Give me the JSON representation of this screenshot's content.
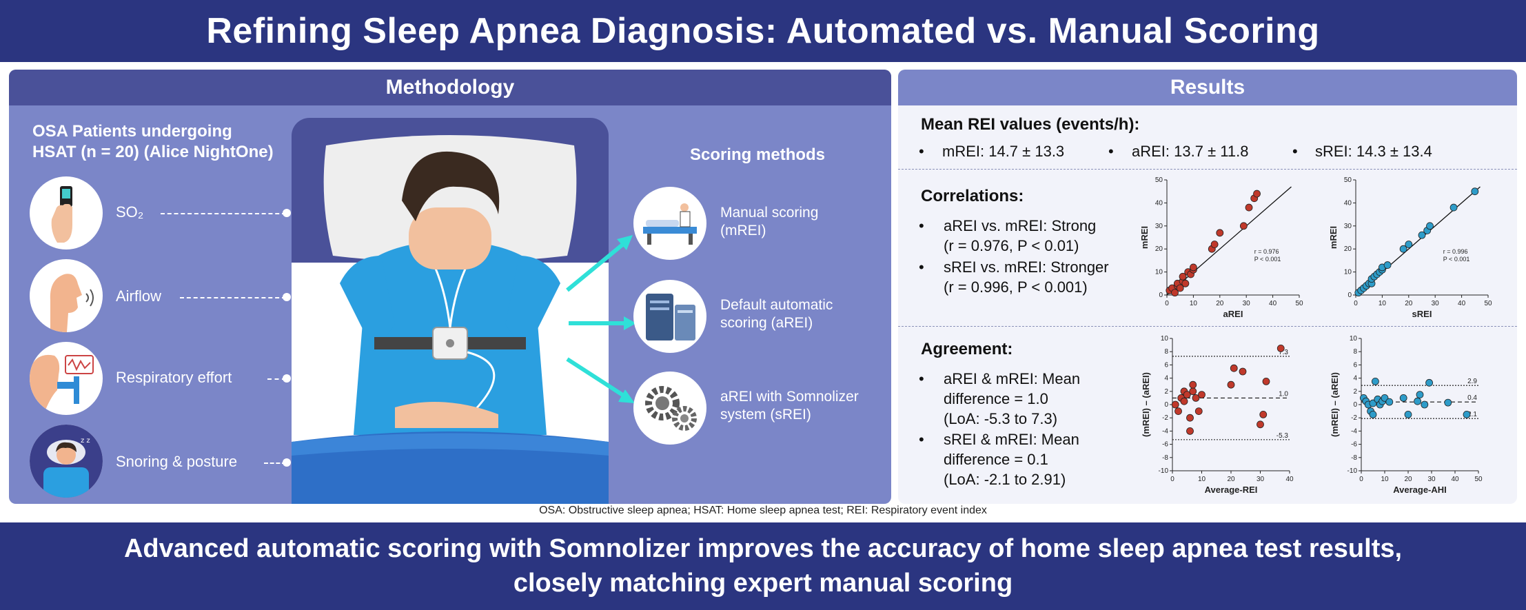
{
  "title": "Refining Sleep Apnea Diagnosis: Automated vs. Manual Scoring",
  "methodology": {
    "heading": "Methodology",
    "patients_line1": "OSA Patients undergoing",
    "patients_line2": "HSAT (n = 20) (Alice NightOne)",
    "signals": [
      {
        "label": "SO₂",
        "icon": "pulse-oximeter-icon"
      },
      {
        "label": "Airflow",
        "icon": "nasal-cannula-icon"
      },
      {
        "label": "Respiratory effort",
        "icon": "respiratory-effort-icon"
      },
      {
        "label": "Snoring & posture",
        "icon": "sleeping-person-icon"
      }
    ],
    "scoring_heading": "Scoring methods",
    "scoring": [
      {
        "line1": "Manual scoring",
        "line2": "(mREI)",
        "icon": "manual-scoring-icon"
      },
      {
        "line1": "Default automatic",
        "line2": "scoring (aREI)",
        "icon": "server-icon"
      },
      {
        "line1": "aREI with Somnolizer",
        "line2": "system (sREI)",
        "icon": "gears-icon"
      }
    ],
    "colors": {
      "panel": "#7b86c8",
      "header": "#4a5199",
      "arrow": "#2fe0d8"
    }
  },
  "results": {
    "heading": "Results",
    "mean_heading": "Mean REI values (events/h):",
    "means": [
      "mREI: 14.7 ± 13.3",
      "aREI: 13.7 ± 11.8",
      "sREI: 14.3 ± 13.4"
    ],
    "corr_heading": "Correlations:",
    "corr_items": [
      {
        "line1": "aREI vs. mREI: Strong",
        "line2": "(r = 0.976, P < 0.01)"
      },
      {
        "line1": "sREI vs. mREI: Stronger",
        "line2": "(r = 0.996, P < 0.001)"
      }
    ],
    "agree_heading": "Agreement:",
    "agree_items": [
      {
        "line1": "aREI & mREI: Mean",
        "line2": "difference = 1.0",
        "line3": "(LoA: -5.3 to 7.3)"
      },
      {
        "line1": "sREI & mREI: Mean",
        "line2": "difference = 0.1",
        "line3": "(LoA: -2.1 to 2.91)"
      }
    ]
  },
  "note": "OSA: Obstructive sleep apnea; HSAT: Home sleep apnea test; REI: Respiratory event index",
  "conclusion_line1": "Advanced automatic scoring with Somnolizer improves the accuracy of home sleep apnea test results,",
  "conclusion_line2": "closely matching expert manual scoring",
  "chart_data": [
    {
      "type": "scatter",
      "xlabel": "aREI",
      "ylabel": "mREI",
      "xlim": [
        0,
        50
      ],
      "ylim": [
        0,
        50
      ],
      "xticks": [
        "0",
        "10",
        "20",
        "30",
        "40",
        "50"
      ],
      "yticks": [
        "0",
        "10",
        "20",
        "30",
        "40",
        "50"
      ],
      "annotation_r": "r = 0.976",
      "annotation_p": "P < 0.001",
      "color": "#c0392b",
      "x": [
        1,
        2,
        3,
        4,
        4,
        5,
        6,
        6,
        7,
        8,
        9,
        10,
        10,
        17,
        18,
        20,
        29,
        31,
        33,
        34
      ],
      "y": [
        2,
        3,
        1,
        4,
        5,
        3,
        6,
        8,
        5,
        10,
        9,
        11,
        12,
        20,
        22,
        27,
        30,
        38,
        42,
        44
      ]
    },
    {
      "type": "scatter",
      "xlabel": "sREI",
      "ylabel": "mREI",
      "xlim": [
        0,
        50
      ],
      "ylim": [
        0,
        50
      ],
      "xticks": [
        "0",
        "10",
        "20",
        "30",
        "40",
        "50"
      ],
      "yticks": [
        "0",
        "10",
        "20",
        "30",
        "40",
        "50"
      ],
      "annotation_r": "r = 0.996",
      "annotation_p": "P < 0.001",
      "color": "#2e9cc9",
      "x": [
        1,
        2,
        3,
        4,
        5,
        6,
        6,
        7,
        8,
        9,
        10,
        10,
        18,
        20,
        25,
        27,
        28,
        37,
        45,
        12
      ],
      "y": [
        1,
        2,
        3,
        4,
        5,
        5,
        7,
        8,
        9,
        10,
        11,
        12,
        20,
        22,
        26,
        28,
        30,
        38,
        45,
        13
      ]
    },
    {
      "type": "scatter",
      "xlabel": "Average-REI",
      "ylabel": "(mREI) – (aREI)",
      "xlim": [
        0,
        40
      ],
      "ylim": [
        -10,
        10
      ],
      "xticks": [
        "0",
        "10",
        "20",
        "30",
        "40"
      ],
      "yticks": [
        "10",
        "8",
        "6",
        "4",
        "2",
        "0",
        "-2",
        "-4",
        "-6",
        "-8",
        "-10"
      ],
      "lines": [
        {
          "y": 7.3,
          "label": "7.3",
          "style": "dotted"
        },
        {
          "y": 1.0,
          "label": "1.0",
          "style": "dashed"
        },
        {
          "y": -5.3,
          "label": "-5.3",
          "style": "dotted"
        }
      ],
      "color": "#c0392b",
      "x": [
        1,
        2,
        3,
        4,
        4,
        5,
        6,
        6,
        7,
        7,
        8,
        9,
        10,
        20,
        21,
        24,
        30,
        31,
        32,
        37
      ],
      "y": [
        0,
        -1,
        1,
        2,
        0.5,
        1.5,
        -2,
        -4,
        2,
        3,
        1,
        -1,
        1.5,
        3,
        5.5,
        5,
        -3,
        -1.5,
        3.5,
        8.5
      ]
    },
    {
      "type": "scatter",
      "xlabel": "Average-AHI",
      "ylabel": "(mREI) – (aREI)",
      "xlim": [
        0,
        50
      ],
      "ylim": [
        -10,
        10
      ],
      "xticks": [
        "0",
        "10",
        "20",
        "30",
        "40",
        "50"
      ],
      "yticks": [
        "10",
        "8",
        "6",
        "4",
        "2",
        "0",
        "-2",
        "-4",
        "-6",
        "-8",
        "-10"
      ],
      "lines": [
        {
          "y": 2.9,
          "label": "2.9",
          "style": "dotted"
        },
        {
          "y": 0.4,
          "label": "0.4",
          "style": "dashed"
        },
        {
          "y": -2.1,
          "label": "-2.1",
          "style": "dotted"
        }
      ],
      "color": "#2e9cc9",
      "x": [
        1,
        2,
        3,
        4,
        5,
        5,
        6,
        7,
        8,
        9,
        10,
        18,
        20,
        24,
        25,
        27,
        29,
        37,
        45,
        12
      ],
      "y": [
        1,
        0.5,
        0,
        -1,
        0.2,
        -1.5,
        3.5,
        0.8,
        0,
        0.5,
        1,
        1,
        -1.5,
        0.5,
        1.5,
        0,
        3.3,
        0.3,
        -1.5,
        0.4
      ]
    }
  ]
}
